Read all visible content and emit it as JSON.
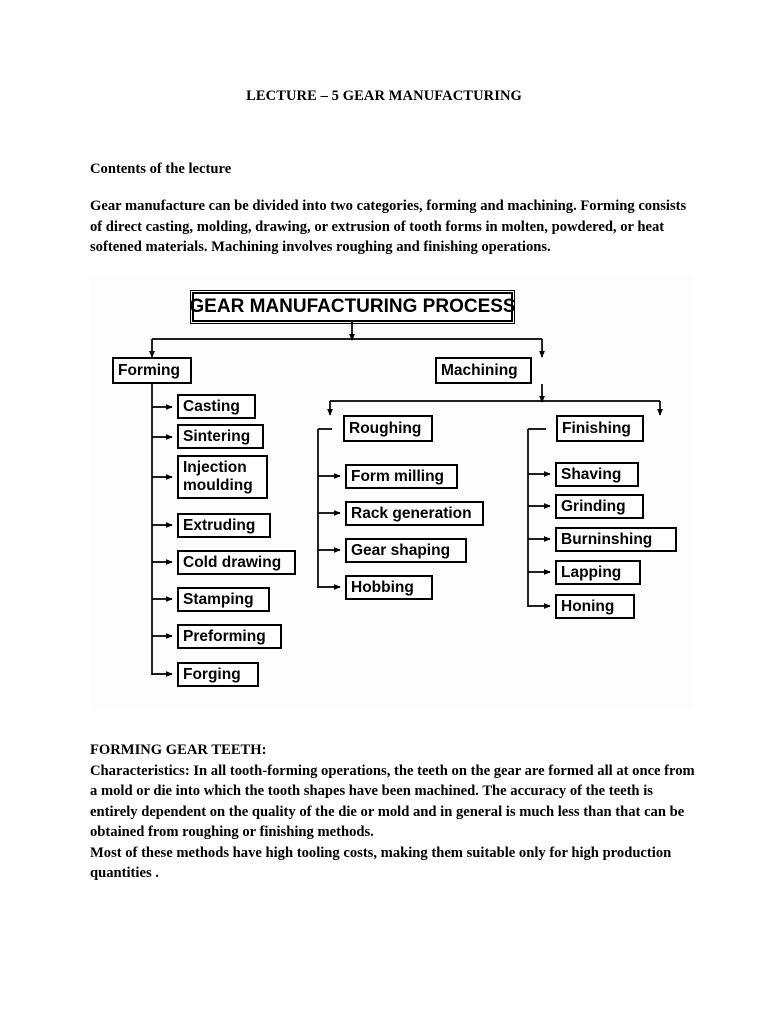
{
  "document": {
    "title": "LECTURE – 5 GEAR MANUFACTURING",
    "contents_heading": "Contents of the lecture",
    "intro_paragraph": "Gear manufacture can be divided into two categories, forming and machining. Forming consists of direct casting, molding, drawing, or extrusion of tooth forms in molten, powdered, or heat softened materials.  Machining involves roughing and finishing operations.",
    "section_heading": "FORMING GEAR TEETH:",
    "characteristics_paragraph": "Characteristics: In all tooth-forming operations, the teeth on the gear are formed all at once from a mold or die into which the tooth shapes have been machined.  The accuracy of the teeth is entirely dependent on the quality of the die or mold and in general is much less than that can be obtained from roughing or finishing methods.",
    "tooling_paragraph": "Most of these methods have high tooling costs, making them suitable only for high production quantities ."
  },
  "diagram": {
    "root": "GEAR MANUFACTURING PROCESS",
    "branch_forming": "Forming",
    "branch_machining": "Machining",
    "group_roughing": "Roughing",
    "group_finishing": "Finishing",
    "forming_items": [
      "Casting",
      "Sintering",
      "Injection\nmoulding",
      "Extruding",
      "Cold drawing",
      "Stamping",
      "Preforming",
      "Forging"
    ],
    "roughing_items": [
      "Form milling",
      "Rack generation",
      "Gear shaping",
      "Hobbing"
    ],
    "finishing_items": [
      "Shaving",
      "Grinding",
      "Burninshing",
      "Lapping",
      "Honing"
    ],
    "colors": {
      "line": "#000000",
      "box_border": "#000000",
      "box_fill": "#ffffff",
      "background": "#fdfdfd"
    }
  }
}
